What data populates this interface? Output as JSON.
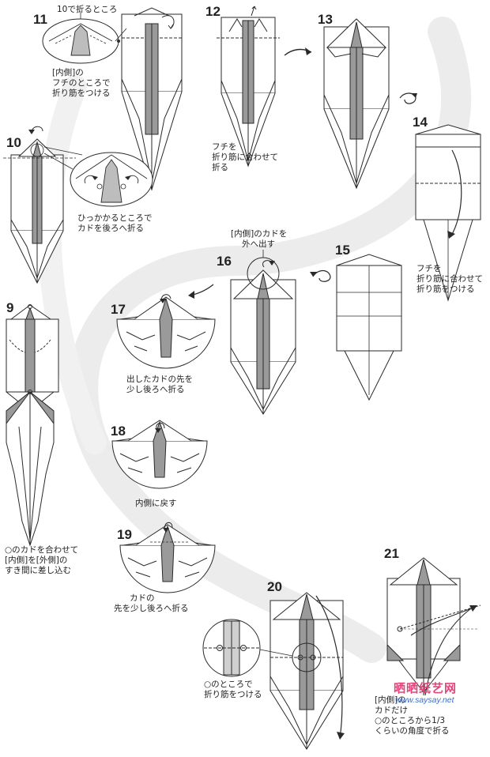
{
  "steps": {
    "s9": "9",
    "s10": "10",
    "s11": "11",
    "s12": "12",
    "s13": "13",
    "s14": "14",
    "s15": "15",
    "s16": "16",
    "s17": "17",
    "s18": "18",
    "s19": "19",
    "s20": "20",
    "s21": "21"
  },
  "notes": {
    "s11_top": "10で折るところ",
    "s11_side_1": "[内側]の",
    "s11_side_2": "フチのところで",
    "s11_side_3": "折り筋をつける",
    "s12_1": "フチを",
    "s12_2": "折り筋に合わせて",
    "s12_3": "折る",
    "s10_1": "ひっかかるところで",
    "s10_2": "カドを後ろへ折る",
    "s16_1": "[内側]のカドを",
    "s16_2": "外へ出す",
    "s14_1": "フチを",
    "s14_2": "折り筋に合わせて",
    "s14_3": "折り筋をつける",
    "s17_1": "出したカドの先を",
    "s17_2": "少し後ろへ折る",
    "s18_1": "内側に戻す",
    "s9_1": "○のカドを合わせて",
    "s9_2": "[内側]を[外側]の",
    "s9_3": "すき間に差し込む",
    "s19_1": "カドの",
    "s19_2": "先を少し後ろへ折る",
    "s20_1": "○のところで",
    "s20_2": "折り筋をつける",
    "s21_1": "[内側]の",
    "s21_2": "カドだけ",
    "s21_3": "○のところから1/3",
    "s21_4": "くらいの角度で折る"
  },
  "watermark": {
    "brand": "晒晒纸艺网",
    "url": "www.saysay.net"
  },
  "colors": {
    "line": "#2a2a2a",
    "shade": "#9a9a9a",
    "light_shade": "#cfcfcf",
    "arc": "#ededed",
    "watermark_pink": "#e0457b",
    "watermark_blue": "#3a6fc4"
  }
}
